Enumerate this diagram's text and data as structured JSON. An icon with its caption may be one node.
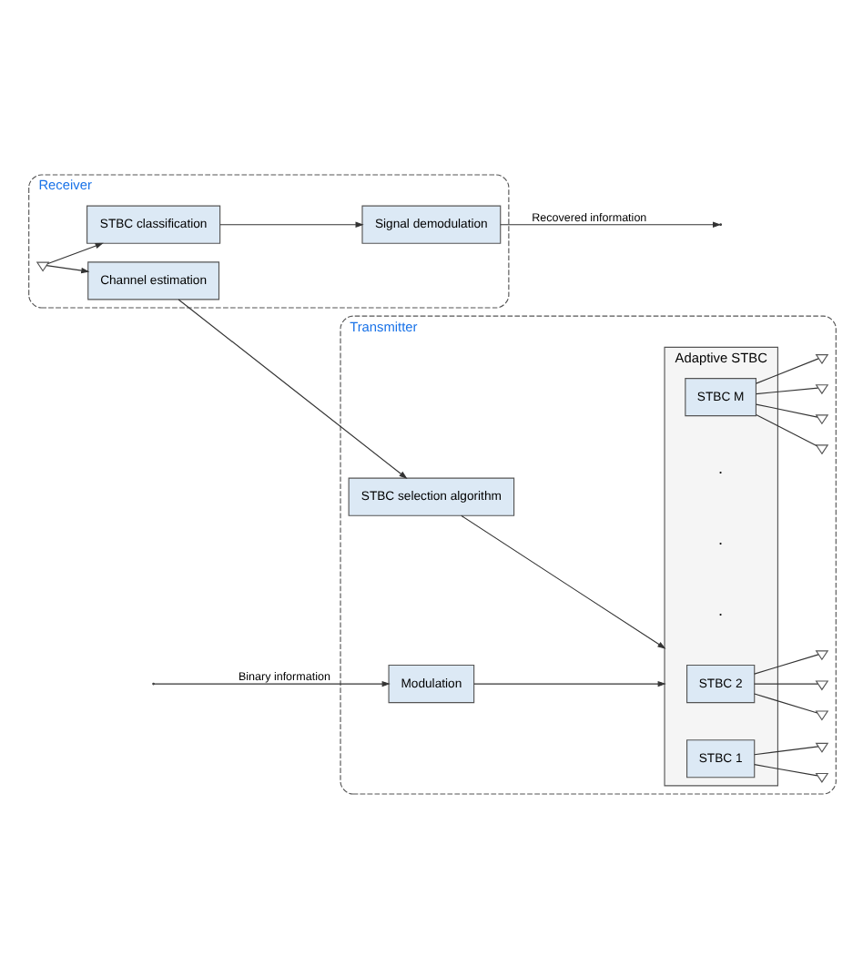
{
  "diagram": {
    "nodes": [
      {
        "text": [
          "Transmitter"
        ]
      },
      {
        "text": [
          "Modulation"
        ],
        "in": 0
      },
      {
        "text": [
          "STBC selection algorithm"
        ],
        "in": 0
      },
      {
        "text": [
          "Adaptive STBC"
        ],
        "in": 0
      },
      {
        "text": [
          "STBC 1"
        ],
        "in": 3
      },
      {
        "text": [
          "STBC 2"
        ],
        "in": 3
      },
      {
        "text": [
          "STBC M"
        ],
        "in": 3
      },
      {
        "text": [],
        "shape": "antenna",
        "in": 0
      },
      {
        "text": [],
        "shape": "antenna",
        "in": 0
      },
      {
        "text": [],
        "shape": "antenna",
        "in": 0
      },
      {
        "text": [],
        "shape": "antenna",
        "in": 0
      },
      {
        "text": [],
        "shape": "antenna",
        "in": 0
      },
      {
        "text": [],
        "shape": "antenna",
        "in": 0
      },
      {
        "text": [],
        "shape": "antenna",
        "in": 0
      },
      {
        "text": [],
        "shape": "antenna",
        "in": 0
      },
      {
        "text": [],
        "shape": "antenna",
        "in": 0
      },
      {
        "text": [
          "Receiver"
        ]
      },
      {
        "text": [],
        "shape": "antenna",
        "in": 16
      },
      {
        "text": [
          "Channel estimation"
        ],
        "in": 16
      },
      {
        "text": [
          "STBC classification"
        ],
        "in": 16
      },
      {
        "text": [
          "Signal demodulation"
        ],
        "in": 16
      }
    ],
    "edges": [
      {
        "from": null,
        "to": 1,
        "arrow": "to",
        "label": "Binary information"
      },
      {
        "from": 1,
        "to": 3,
        "arrow": "to"
      },
      {
        "from": 2,
        "to": 3,
        "arrow": "to"
      },
      {
        "from": 4,
        "to": 7,
        "arrow": "none"
      },
      {
        "from": 4,
        "to": 8,
        "arrow": "none"
      },
      {
        "from": 5,
        "to": 9,
        "arrow": "none"
      },
      {
        "from": 5,
        "to": 10,
        "arrow": "none"
      },
      {
        "from": 5,
        "to": 11,
        "arrow": "none"
      },
      {
        "from": 6,
        "to": 12,
        "arrow": "none"
      },
      {
        "from": 6,
        "to": 13,
        "arrow": "none"
      },
      {
        "from": 6,
        "to": 14,
        "arrow": "none"
      },
      {
        "from": 6,
        "to": 15,
        "arrow": "none"
      },
      {
        "from": 18,
        "to": 2,
        "arrow": "to"
      },
      {
        "from": 17,
        "to": 18,
        "arrow": "to"
      },
      {
        "from": 17,
        "to": 19,
        "arrow": "to"
      },
      {
        "from": 19,
        "to": 20,
        "arrow": "to"
      },
      {
        "from": 20,
        "to": null,
        "arrow": "to",
        "label": "Recovered information"
      }
    ],
    "labels": [
      ".",
      ".",
      "."
    ]
  }
}
